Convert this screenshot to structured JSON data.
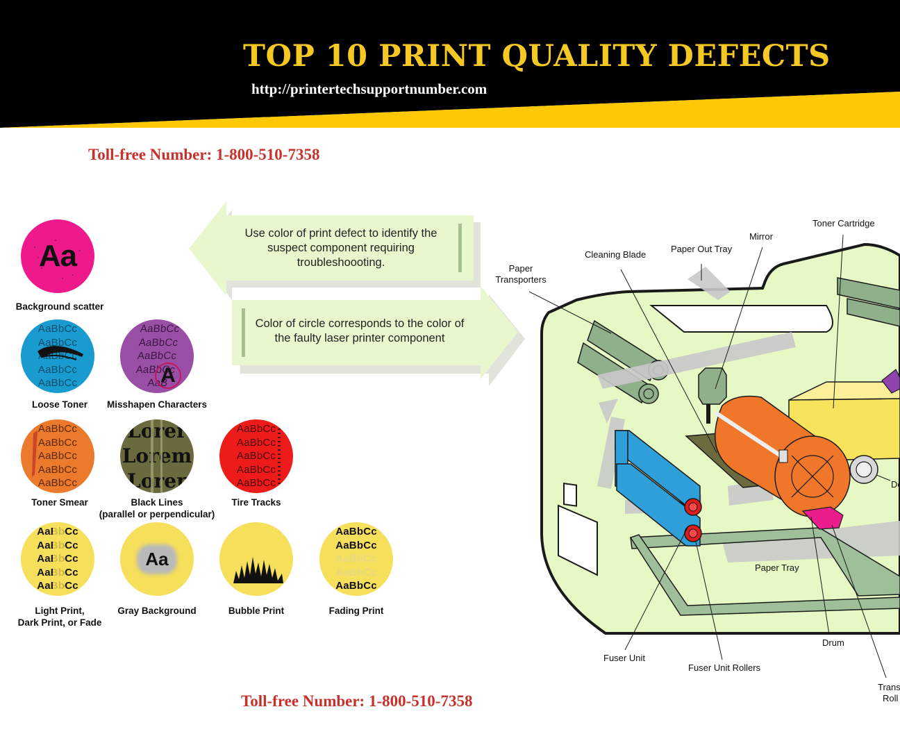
{
  "header": {
    "title": "TOP 10 PRINT QUALITY DEFECTS",
    "url": "http://printertechsupportnumber.com"
  },
  "tollfree": {
    "top": "Toll-free Number:  1-800-510-7358",
    "bottom": "Toll-free Number:  1-800-510-7358"
  },
  "callouts": {
    "left_arrow": "Use color of print defect to identify the suspect component requiring troubleshoooting.",
    "right_arrow": "Color of circle corresponds to the color of the faulty laser printer component"
  },
  "defects": [
    {
      "label": "Background scatter",
      "color": "#ee1a8c",
      "sample": "Aa"
    },
    {
      "label": "Loose Toner",
      "color": "#1a9bcf",
      "sample_lines": [
        "AaBbCc",
        "AaBbCc",
        "AaBbCc",
        "AaBbCc",
        "AaBbCc"
      ]
    },
    {
      "label": "Misshapen Characters",
      "color": "#9a4fa6",
      "sample_lines": [
        "AaBbCc",
        "AaBbCc",
        "AaBbCc",
        "AaBbCc",
        "AaB"
      ],
      "overlay": "A"
    },
    {
      "label": "Toner Smear",
      "color": "#ec7a2c",
      "sample_lines": [
        "AaBbCc",
        "AaBbCc",
        "AaBbCc",
        "AaBbCc",
        "AaBbCc"
      ]
    },
    {
      "label_line1": "Black Lines",
      "label_line2": "(parallel or perpendicular)",
      "color": "#6a6a3e",
      "sample_lines": [
        "Lorer",
        "Lorem",
        "Lorer"
      ]
    },
    {
      "label": "Tire Tracks",
      "color": "#ee1b1b",
      "sample_lines": [
        "AaBbCc",
        "AaBbCc",
        "AaBbCc",
        "AaBbCc",
        "AaBbCc"
      ]
    },
    {
      "label_line1": "Light Print,",
      "label_line2": "Dark Print, or Fade",
      "color": "#f6df5a",
      "sample_lines": [
        "AaBbCc",
        "AaBbCc",
        "AaBbCc",
        "AaBbCc",
        "AaBbCc"
      ]
    },
    {
      "label": "Gray Background",
      "color": "#f6df5a",
      "sample": "Aa"
    },
    {
      "label": "Bubble Print",
      "color": "#f6df5a"
    },
    {
      "label": "Fading Print",
      "color": "#f6df5a",
      "sample_lines": [
        "AaBbCc",
        "AaBbCc",
        "AaBbCc",
        "AaBbCc",
        "AaBbCc"
      ]
    }
  ],
  "printer_labels": {
    "toner_cartridge": "Toner Cartridge",
    "mirror": "Mirror",
    "paper_out_tray": "Paper Out Tray",
    "cleaning_blade": "Cleaning Blade",
    "paper_transporters_1": "Paper",
    "paper_transporters_2": "Transporters",
    "paper_tray": "Paper Tray",
    "fuser_unit": "Fuser Unit",
    "fuser_unit_rollers": "Fuser Unit Rollers",
    "drum": "Drum",
    "developer_partial": "De",
    "transfer_partial_1": "Trans",
    "transfer_partial_2": "Roll"
  },
  "colors": {
    "header_black": "#000000",
    "header_yellow": "#fdc906",
    "title_yellow": "#f6c823",
    "tollfree_red": "#c8312b",
    "arrow_green": "#e9f7cf",
    "printer_body": "#e6f9c4"
  }
}
